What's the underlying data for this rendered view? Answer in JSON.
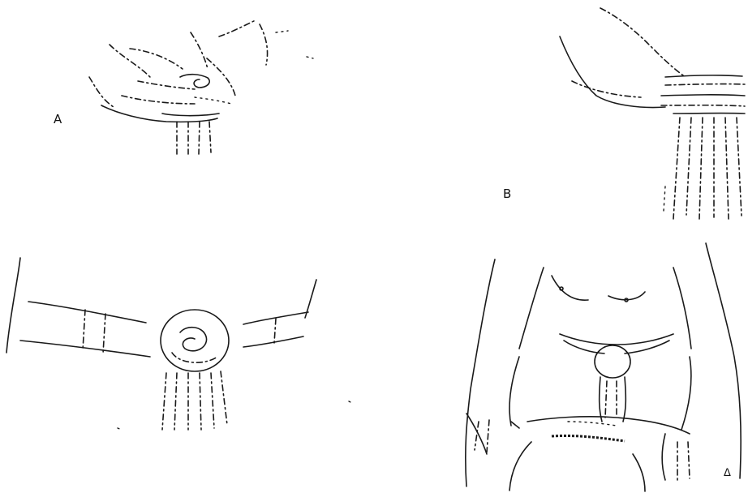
{
  "figure": {
    "panels": [
      {
        "id": "A",
        "label": "A",
        "depicts": "hand-twisting-end"
      },
      {
        "id": "B",
        "label": "B",
        "depicts": "hand-flattening-band"
      },
      {
        "id": "C",
        "label": "",
        "depicts": "belt-with-knot"
      },
      {
        "id": "D",
        "label": "ᐃ",
        "depicts": "figure-wearing-belt"
      }
    ]
  },
  "colors": {
    "ink": "#1a1a1a",
    "paper": "#ffffff"
  }
}
